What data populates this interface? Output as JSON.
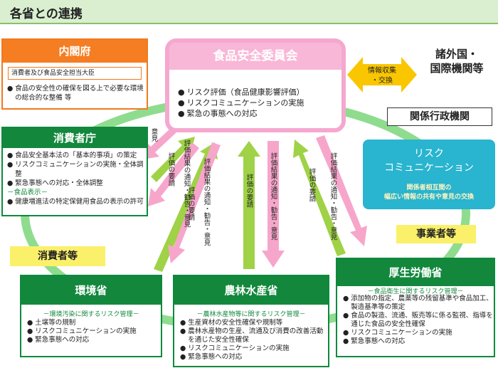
{
  "header": {
    "title": "各省との連携"
  },
  "cabinet_office": {
    "name": "内閣府",
    "minister": "消費者及び食品安全担当大臣",
    "items": [
      "食品の安全性の確保を図る上で必要な環境の総合的な整備 等"
    ]
  },
  "fsc": {
    "name": "食品安全委員会",
    "items": [
      "リスク評価（食品健康影響評価）",
      "リスクコミュニケーションの実施",
      "緊急の事態への対応"
    ]
  },
  "consumer_agency": {
    "name": "消費者庁",
    "items": [
      "食品安全基本法の「基本的事項」の策定",
      "リスクコミュニケーションの実施・全体調整",
      "緊急事態への対応・全体調整"
    ],
    "label_section": "－食品表示－",
    "label_item": "健康増進法の特定保健用食品の表示の許可"
  },
  "env": {
    "name": "環境省",
    "sub": "－環境汚染に関するリスク管理－",
    "items": [
      "土壌等の規制",
      "リスクコミュニケーションの実施",
      "緊急事態への対応"
    ]
  },
  "maff": {
    "name": "農林水産省",
    "sub": "－農林水産物等に関するリスク管理－",
    "items": [
      "生産資材の安全性確保や規制等",
      "農林水産物の生産、流通及び消費の改善活動を通じた安全性確保",
      "リスクコミュニケーションの実施",
      "緊急事態への対応"
    ]
  },
  "mhlw": {
    "name": "厚生労働省",
    "sub": "－食品衛生に関するリスク管理－",
    "items": [
      "添加物の指定、農薬等の残留基準や食品加工、製造基準等の策定",
      "食品の製造、流通、販売等に係る監視、指導を通じた食品の安全性確保",
      "リスクコミュニケーションの実施",
      "緊急事態への対応"
    ]
  },
  "foreign": {
    "name_line1": "諸外国・",
    "name_line2": "国際機関等",
    "exchange_line1": "情報収集",
    "exchange_line2": "・交換"
  },
  "related": "関係行政機関",
  "riskcom": {
    "line1": "リスク",
    "line2": "コミュニケーション",
    "desc1": "関係者相互間の",
    "desc2": "幅広い情報の共有や意見の交換"
  },
  "business": "事業者等",
  "consumers": "消費者等",
  "arrows": {
    "opinion": "意見",
    "evaluation_request": "評価の要請",
    "result_notice": "評価結果の通知・勧告・意見"
  },
  "colors": {
    "cabinet": "#f57d22",
    "ministry_green": "#13883d",
    "fsc_pink": "#f9b7d7",
    "arrow_pink": "#f7a6cb",
    "arrow_green": "#9fd246",
    "ring": "#8fdc8f",
    "riskcom_blue": "#29b4cf",
    "highlight_yellow": "#fbf06a",
    "exchange_yellow": "#f9c600"
  }
}
